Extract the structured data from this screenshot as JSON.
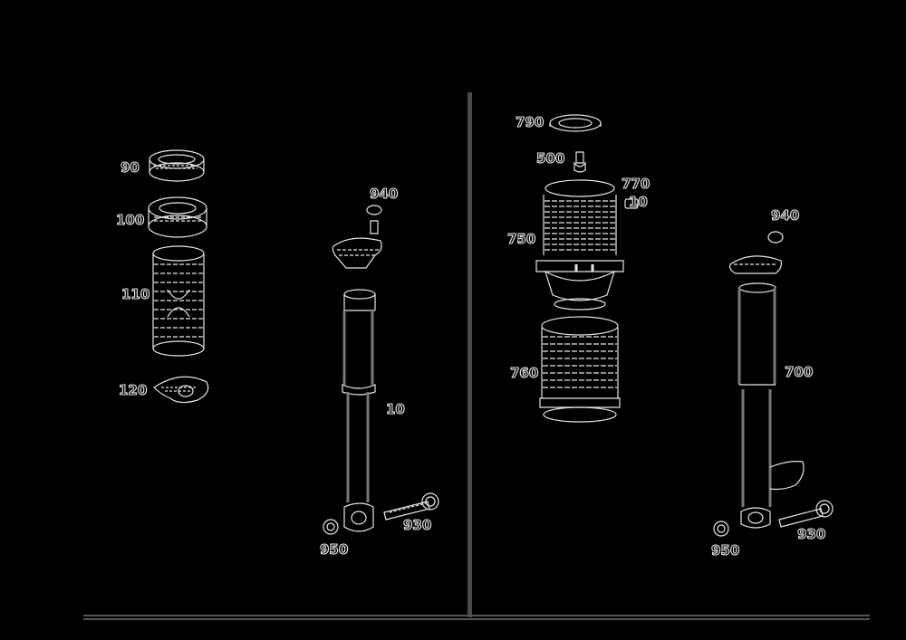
{
  "diagram": {
    "type": "exploded-parts-view",
    "background": "#000000",
    "line_color": "#e6e6e6",
    "divider_color": "#4a4a4a",
    "panels": [
      {
        "name": "left-panel",
        "parts": [
          {
            "id": "ring-top",
            "label": "90"
          },
          {
            "id": "ring-bearing",
            "label": "100"
          },
          {
            "id": "coil-spring",
            "label": "110"
          },
          {
            "id": "spring-seat",
            "label": "120"
          },
          {
            "id": "top-nut",
            "label": "940"
          },
          {
            "id": "shock-absorber",
            "label": "10"
          },
          {
            "id": "lower-nut",
            "label": "950"
          },
          {
            "id": "lower-bolt",
            "label": "930"
          }
        ]
      },
      {
        "name": "right-panel",
        "parts": [
          {
            "id": "clamp-ring",
            "label": "790"
          },
          {
            "id": "valve",
            "label": "500"
          },
          {
            "id": "bellows-cap-label",
            "label": "770"
          },
          {
            "id": "bellows-cap-sub",
            "label": "10"
          },
          {
            "id": "air-bellows-upper",
            "label": "750"
          },
          {
            "id": "air-bellows-lower",
            "label": "760"
          },
          {
            "id": "top-nut-right",
            "label": "940"
          },
          {
            "id": "air-strut",
            "label": "700"
          },
          {
            "id": "lower-nut-right",
            "label": "950"
          },
          {
            "id": "lower-bolt-right",
            "label": "930"
          }
        ]
      }
    ]
  }
}
